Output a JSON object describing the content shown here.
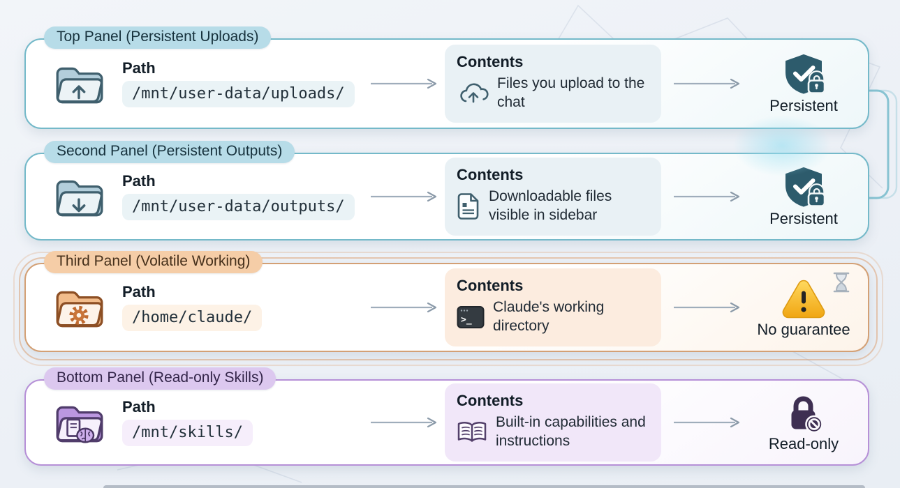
{
  "panels": [
    {
      "label": "Top Panel (Persistent Uploads)",
      "path_label": "Path",
      "path": "/mnt/user-data/uploads/",
      "contents_label": "Contents",
      "contents_text": "Files you upload to the chat",
      "status_label": "Persistent",
      "folder_icon": "folder-upload-icon",
      "contents_icon": "cloud-upload-icon",
      "status_icon": "shield-check-lock-icon",
      "theme": {
        "accent": "#74b9c9",
        "label_bg": "#b7dce8",
        "card_bg": "#e9f1f5",
        "status_color": "#2d5b6c"
      }
    },
    {
      "label": "Second Panel (Persistent Outputs)",
      "path_label": "Path",
      "path": "/mnt/user-data/outputs/",
      "contents_label": "Contents",
      "contents_text": "Downloadable files visible in sidebar",
      "status_label": "Persistent",
      "folder_icon": "folder-download-icon",
      "contents_icon": "document-icon",
      "status_icon": "shield-check-lock-icon",
      "theme": {
        "accent": "#74b9c9",
        "label_bg": "#b7dce8",
        "card_bg": "#e9f1f5",
        "status_color": "#2d5b6c"
      }
    },
    {
      "label": "Third Panel (Volatile Working)",
      "path_label": "Path",
      "path": "/home/claude/",
      "contents_label": "Contents",
      "contents_text": "Claude's working directory",
      "terminal_prompt": ">_",
      "status_label": "No guarantee",
      "folder_icon": "folder-gear-icon",
      "contents_icon": "terminal-icon",
      "status_icon": "warning-triangle-icon",
      "extra_icon": "hourglass-icon",
      "theme": {
        "accent": "#d3a075",
        "label_bg": "#f5cda7",
        "card_bg": "#fcecdf",
        "status_color": "#f2b01e"
      }
    },
    {
      "label": "Bottom Panel (Read-only Skills)",
      "path_label": "Path",
      "path": "/mnt/skills/",
      "contents_label": "Contents",
      "contents_text": "Built-in capabilities and instructions",
      "status_label": "Read-only",
      "folder_icon": "folder-book-brain-icon",
      "contents_icon": "open-book-icon",
      "status_icon": "lock-prohibited-icon",
      "theme": {
        "accent": "#b690d7",
        "label_bg": "#dcc8ef",
        "card_bg": "#f1e7f9",
        "status_color": "#3e2f52"
      }
    }
  ]
}
